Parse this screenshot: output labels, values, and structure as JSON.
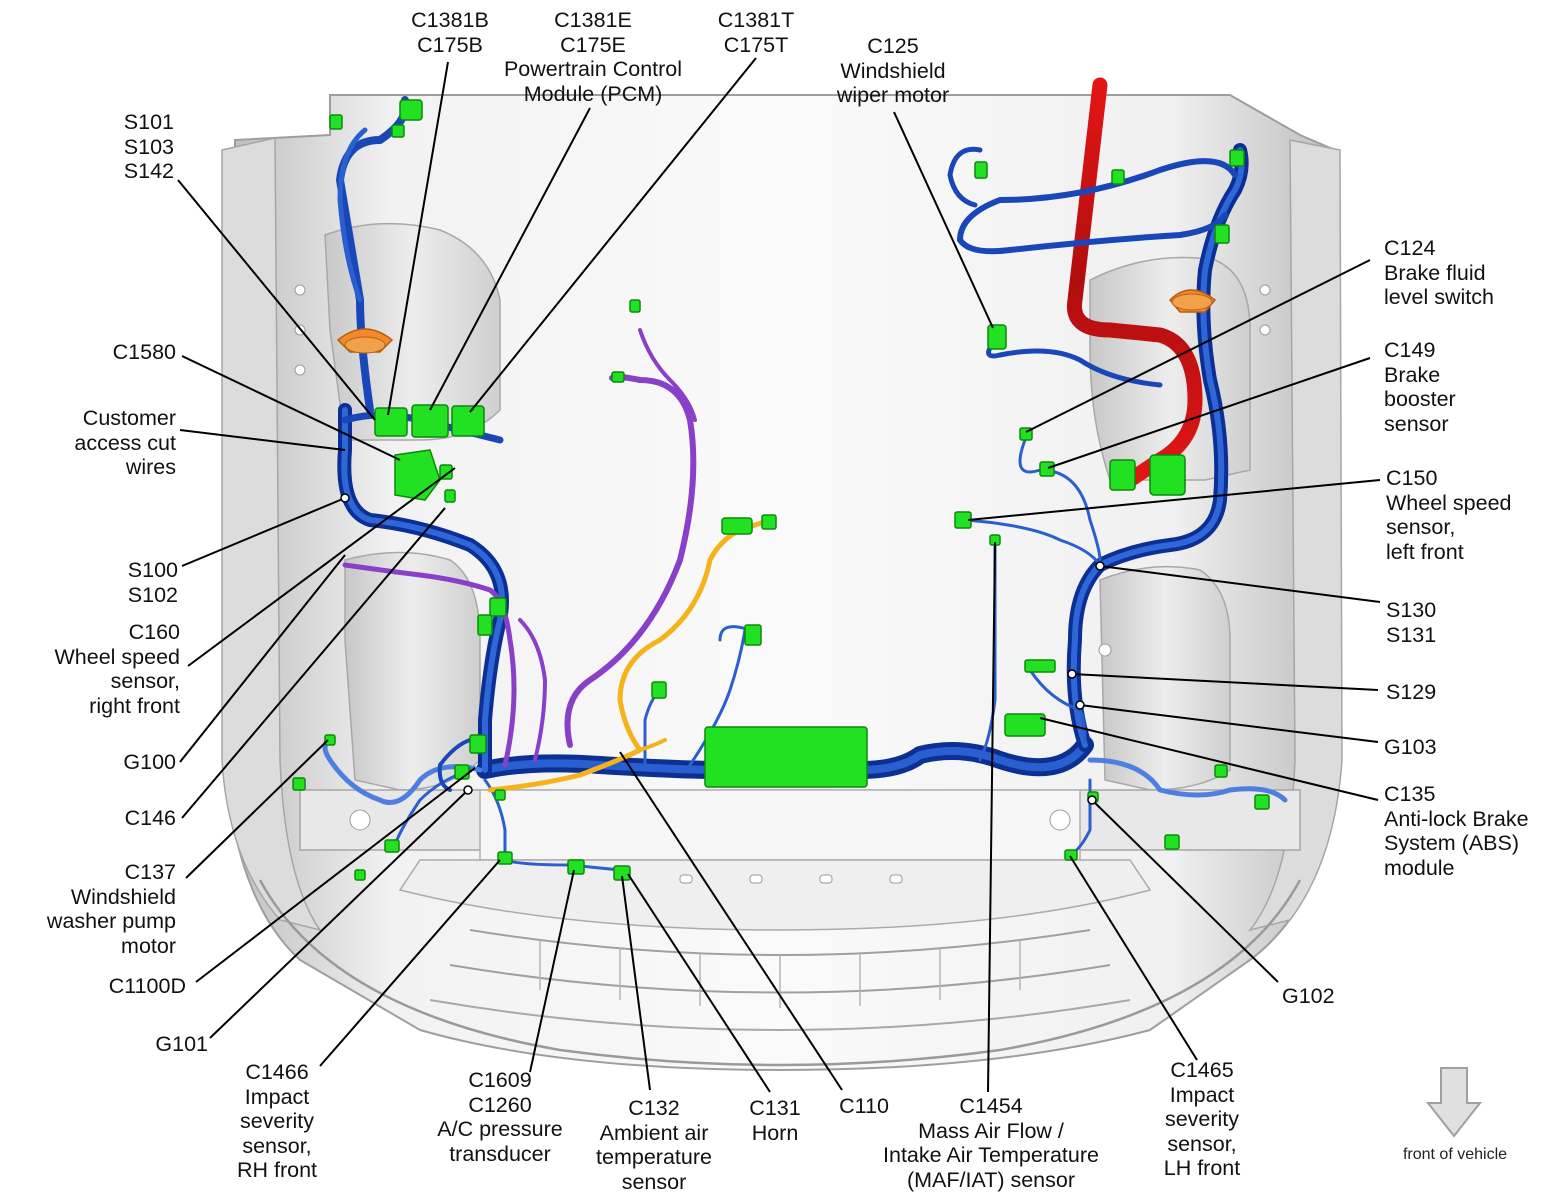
{
  "labels": {
    "c1381b": "C1381B\nC175B",
    "c1381e": "C1381E\nC175E\nPowertrain Control\nModule (PCM)",
    "c1381t": "C1381T\nC175T",
    "s101": "S101\nS103\nS142",
    "c1580": "C1580",
    "customer_access": "Customer\naccess cut\nwires",
    "s100": "S100\nS102",
    "c160": "C160\nWheel speed\nsensor,\nright front",
    "g100": "G100",
    "c146": "C146",
    "c137": "C137\nWindshield\nwasher pump\nmotor",
    "c1100d": "C1100D",
    "g101": "G101",
    "c1466": "C1466\nImpact\nseverity\nsensor,\nRH front",
    "c1609": "C1609\nC1260\nA/C pressure\ntransducer",
    "c132": "C132\nAmbient air\ntemperature\nsensor",
    "c131": "C131\nHorn",
    "c110": "C110",
    "c1454": "C1454\nMass Air Flow /\nIntake Air Temperature\n(MAF/IAT) sensor",
    "c1465": "C1465\nImpact\nseverity\nsensor,\nLH front",
    "g102": "G102",
    "c125": "C125\nWindshield\nwiper motor",
    "c124": "C124\nBrake fluid\nlevel switch",
    "c149": "C149\nBrake\nbooster\nsensor",
    "c150": "C150\nWheel speed\nsensor,\nleft front",
    "s130": "S130\nS131",
    "s129": "S129",
    "g103": "G103",
    "c135": "C135\nAnti-lock Brake\nSystem (ABS)\nmodule"
  },
  "footer": {
    "front_of_vehicle": "front of vehicle"
  },
  "colors": {
    "harness_blue": "#1f4fbf",
    "harness_dark_blue": "#0c2f93",
    "connector_green": "#22e022",
    "purple_wire": "#8a3fc8",
    "orange_wire": "#f6b21a",
    "red_cable": "#d81414",
    "grommet_orange": "#f08a2a",
    "body_gray": "#d6d6d6"
  },
  "icons": [
    "down-arrow-icon"
  ]
}
